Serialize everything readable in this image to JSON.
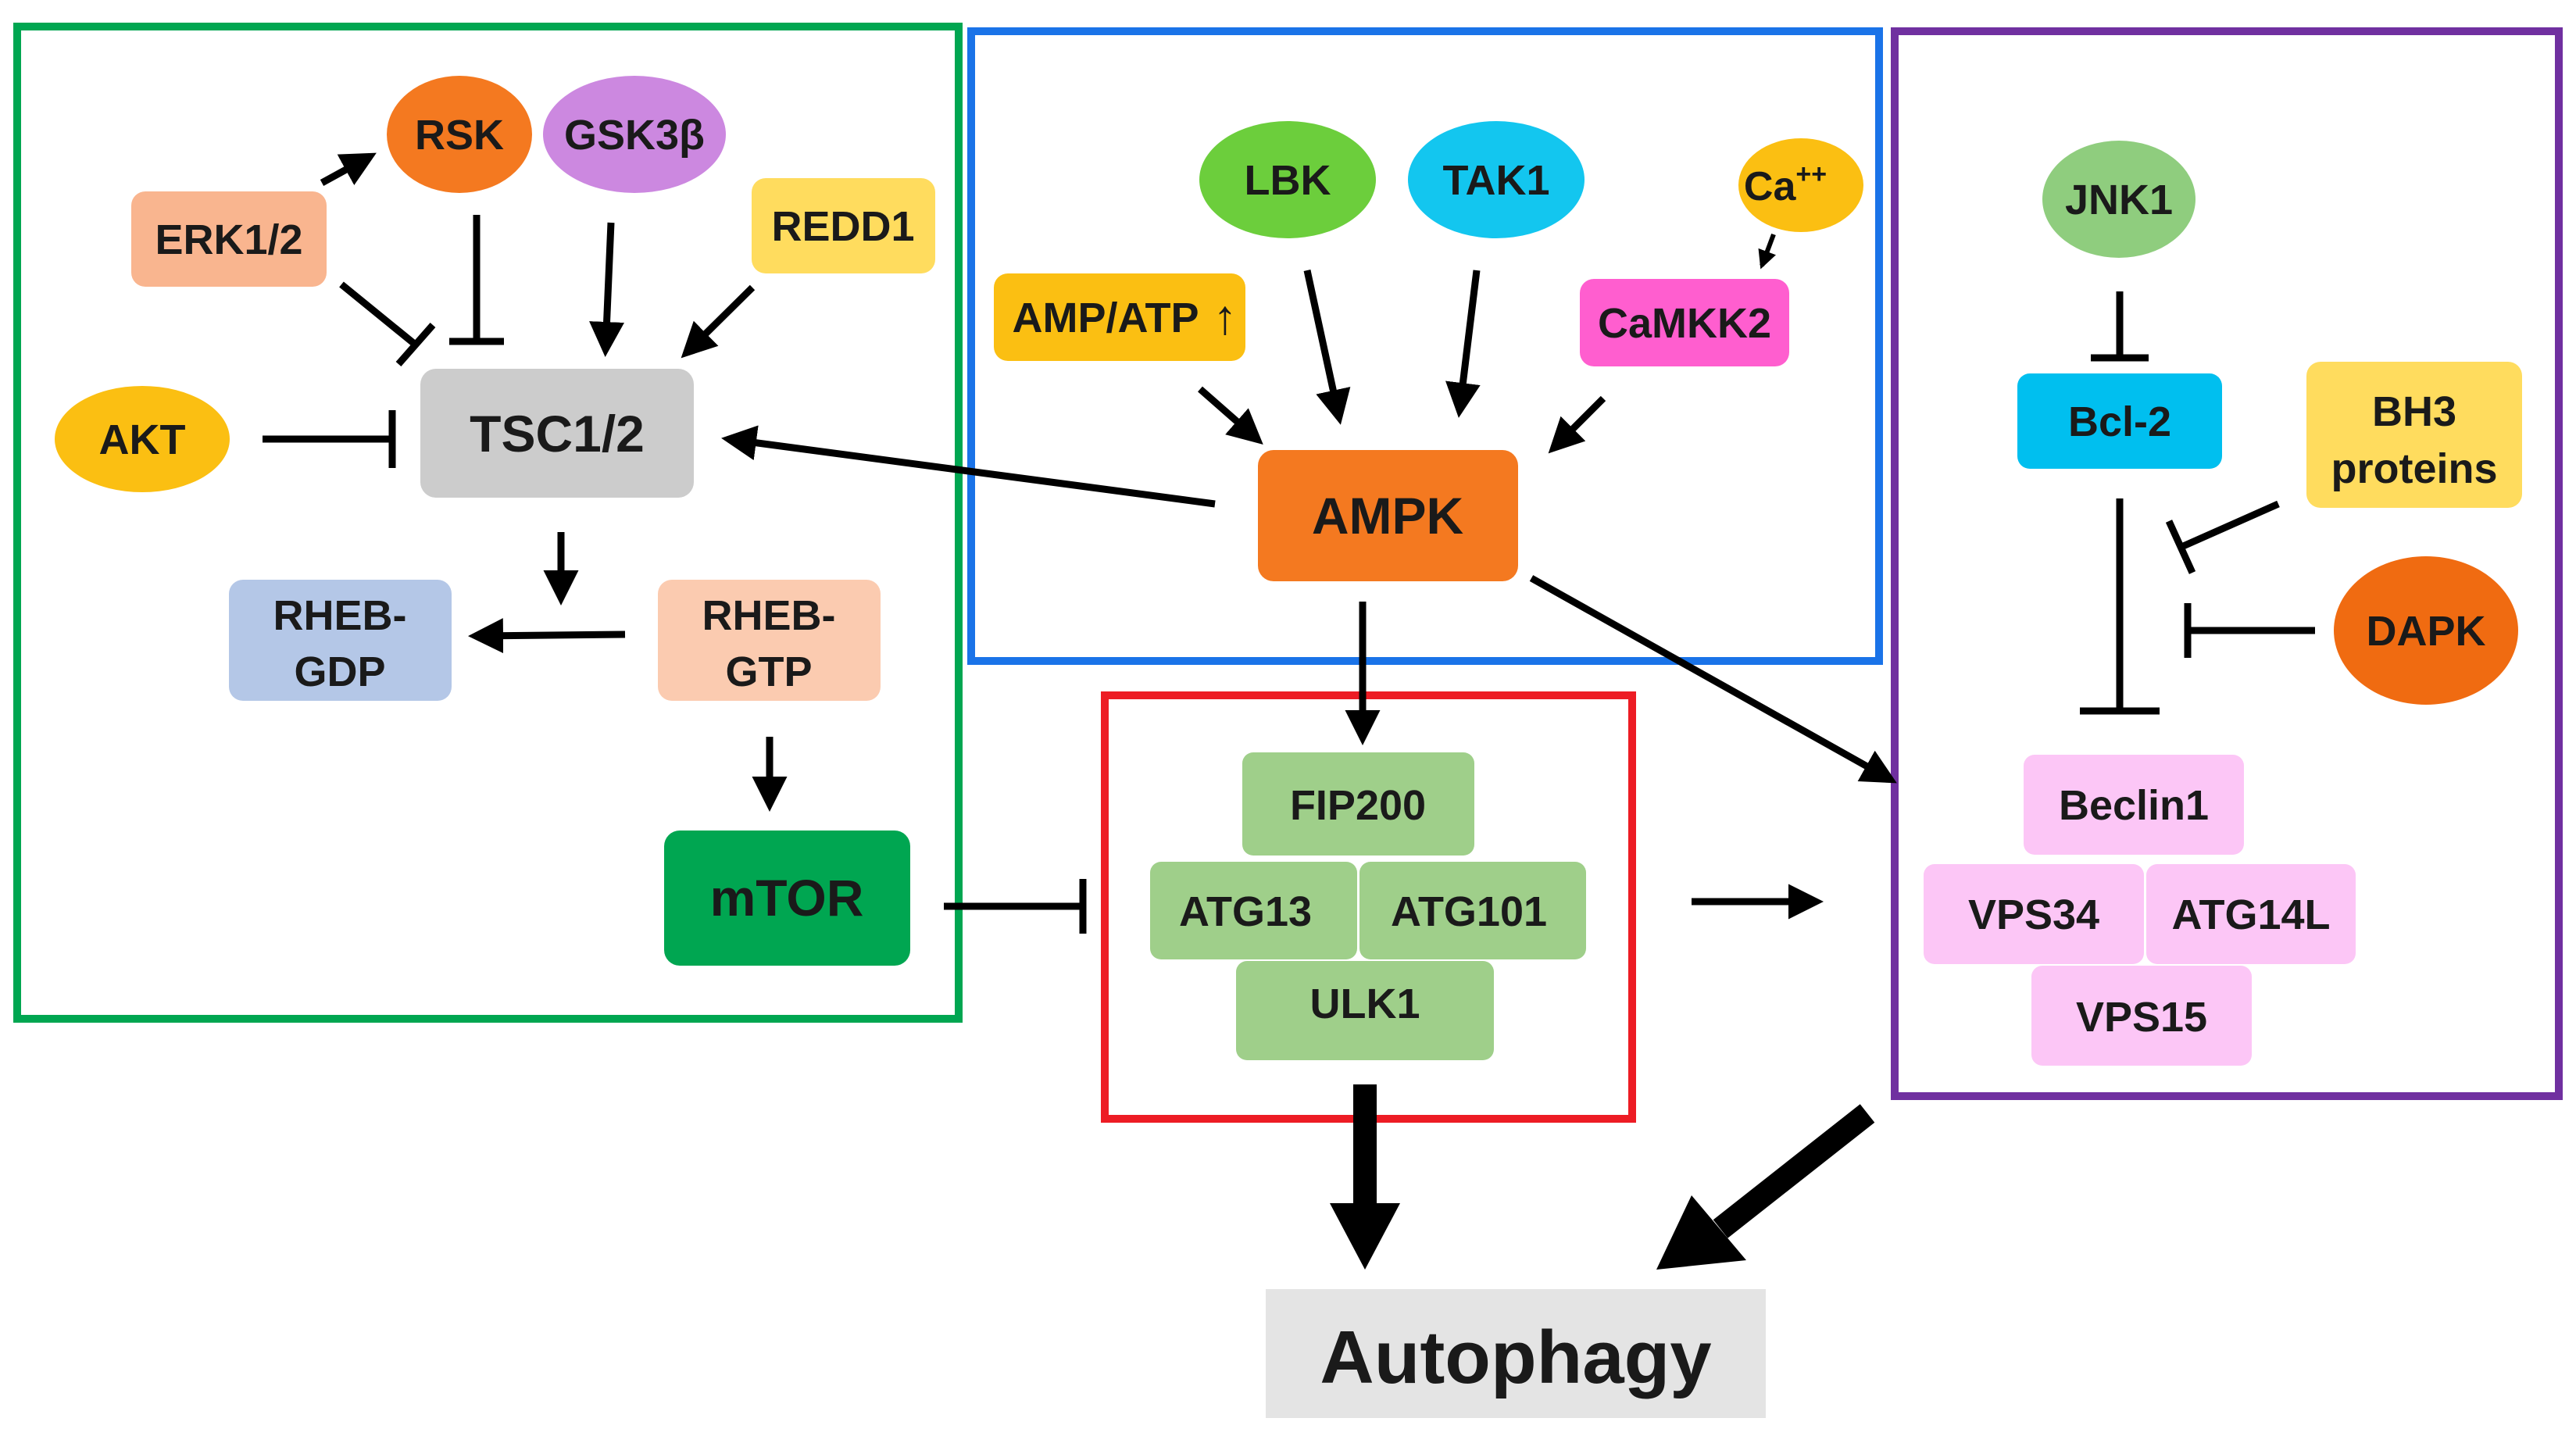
{
  "nodes": {
    "rsk": "RSK",
    "gsk3b": "GSK3β",
    "erk": "ERK1/2",
    "redd1": "REDD1",
    "akt": "AKT",
    "tsc": "TSC1/2",
    "rheb_gdp_1": "RHEB-",
    "rheb_gdp_2": "GDP",
    "rheb_gtp_1": "RHEB-",
    "rheb_gtp_2": "GTP",
    "mtor": "mTOR",
    "lbk": "LBK",
    "tak1": "TAK1",
    "ca": "Ca",
    "ca_sup": "++",
    "amp_atp": "AMP/ATP",
    "up_arrow": "↑",
    "camkk2": "CaMKK2",
    "ampk": "AMPK",
    "fip200": "FIP200",
    "atg13": "ATG13",
    "atg101": "ATG101",
    "ulk1": "ULK1",
    "jnk1": "JNK1",
    "bcl2": "Bcl-2",
    "bh3_1": "BH3",
    "bh3_2": "proteins",
    "dapk": "DAPK",
    "beclin1": "Beclin1",
    "vps34": "VPS34",
    "atg14l": "ATG14L",
    "vps15": "VPS15",
    "autophagy": "Autophagy"
  },
  "colors": {
    "mtor_frame": "#00a651",
    "ampk_frame": "#1a73e8",
    "ulk_frame": "#ed1c24",
    "beclin_frame": "#7030a0",
    "orange": "#f47920",
    "purple": "#cc88e0",
    "salmon": "#f9b58f",
    "yellow_box": "#ffdc5e",
    "amber": "#fbbf12",
    "gray_box": "#cccccc",
    "light_blue": "#b4c7e7",
    "peach": "#fbcbb0",
    "green_dark": "#00a651",
    "green_light": "#6cce3c",
    "cyan": "#13c6ef",
    "pink_magenta": "#ff5ecf",
    "sage": "#9fcf8a",
    "green_ellipse": "#8fcd7e",
    "bright_cyan": "#00bfef",
    "dapk_orange": "#f06b11",
    "pink_light": "#fcc6f6",
    "autophagy_bg": "#e4e4e4"
  }
}
